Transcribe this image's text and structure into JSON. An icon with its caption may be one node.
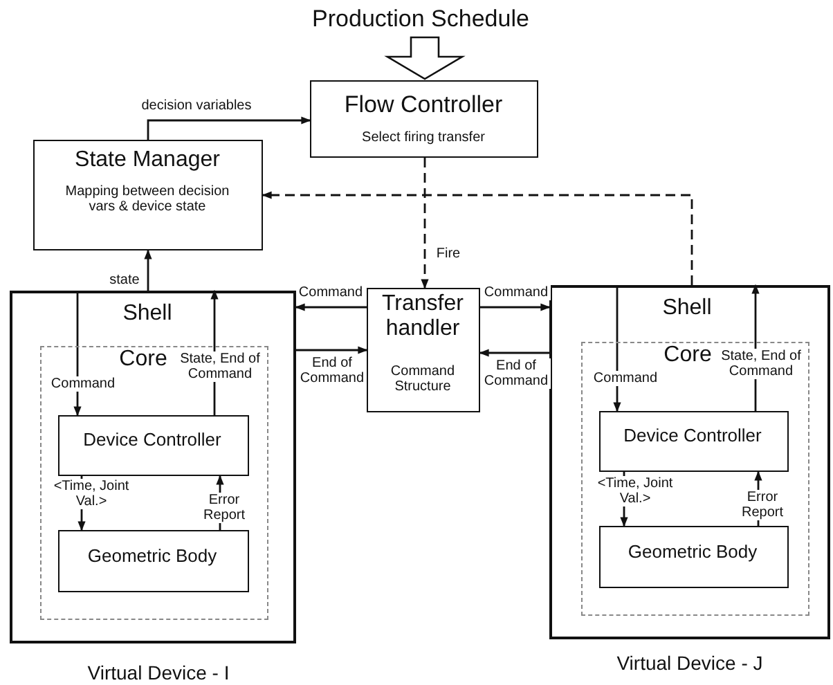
{
  "diagram": {
    "nodes": [
      {
        "text": [
          "Production Schedule"
        ]
      },
      {
        "text": [
          "Flow Controller",
          "Select firing transfer"
        ]
      },
      {
        "text": [
          "State Manager",
          "Mapping between decision vars & device state"
        ]
      },
      {
        "text": [
          "Shell"
        ],
        "beside": [
          "Virtual Device - I"
        ]
      },
      {
        "text": [
          "Core"
        ],
        "in": 3
      },
      {
        "text": [
          "Device Controller"
        ],
        "in": 4
      },
      {
        "text": [
          "Geometric Body"
        ],
        "in": 4
      },
      {
        "text": [
          "Transfer handler",
          "Command Structure"
        ]
      },
      {
        "text": [
          "Shell"
        ],
        "beside": [
          "Virtual Device - J"
        ]
      },
      {
        "text": [
          "Core"
        ],
        "in": 8
      },
      {
        "text": [
          "Device Controller"
        ],
        "in": 9
      },
      {
        "text": [
          "Geometric Body"
        ],
        "in": 9
      }
    ],
    "edges": [
      {
        "from": 0,
        "to": 1,
        "arrow": "to",
        "style": "thick"
      },
      {
        "from": 2,
        "to": 1,
        "arrow": "to",
        "label": "decision variables"
      },
      {
        "from": 8,
        "to": 2,
        "arrow": "to",
        "style": "dashed"
      },
      {
        "from": 1,
        "to": 7,
        "arrow": "to",
        "style": "dashed",
        "label": "Fire"
      },
      {
        "from": 3,
        "to": 2,
        "arrow": "to",
        "label": "state"
      },
      {
        "from": 7,
        "to": 3,
        "arrow": "to",
        "label": "Command"
      },
      {
        "from": 3,
        "to": 7,
        "arrow": "to",
        "label": "End of Command"
      },
      {
        "from": 7,
        "to": 8,
        "arrow": "to",
        "label": "Command"
      },
      {
        "from": 8,
        "to": 7,
        "arrow": "to",
        "label": "End of Command"
      },
      {
        "from": 3,
        "to": 5,
        "arrow": "to",
        "label": "Command"
      },
      {
        "from": 5,
        "to": 3,
        "arrow": "to",
        "label": "State, End of Command"
      },
      {
        "from": 5,
        "to": 6,
        "arrow": "to",
        "label": "<Time, Joint Val.>"
      },
      {
        "from": 6,
        "to": 5,
        "arrow": "to",
        "label": "Error Report"
      },
      {
        "from": 8,
        "to": 10,
        "arrow": "to",
        "label": "Command"
      },
      {
        "from": 10,
        "to": 8,
        "arrow": "to",
        "label": "State, End of Command"
      },
      {
        "from": 10,
        "to": 11,
        "arrow": "to",
        "label": "<Time, Joint Val.>"
      },
      {
        "from": 11,
        "to": 10,
        "arrow": "to",
        "label": "Error Report"
      }
    ]
  }
}
